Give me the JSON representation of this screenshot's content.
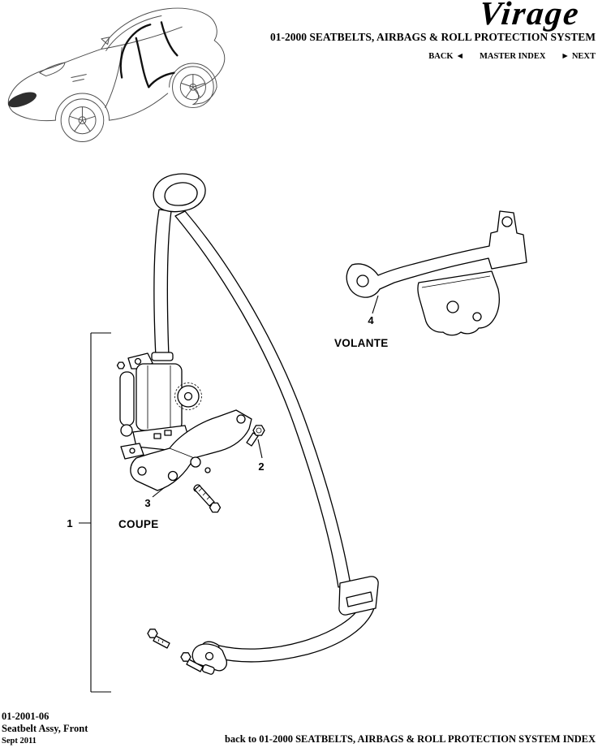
{
  "colors": {
    "text": "#000000",
    "background": "#ffffff",
    "line_art": "#4d4d4d"
  },
  "header": {
    "brand": "Virage",
    "title": "01-2000 SEATBELTS, AIRBAGS & ROLL PROTECTION SYSTEM",
    "nav": {
      "back": "BACK",
      "back_arrow": "◄",
      "master_index": "MASTER INDEX",
      "next_arrow": "►",
      "next": "NEXT"
    }
  },
  "diagram": {
    "callout_1": "1",
    "callout_2": "2",
    "callout_3": "3",
    "callout_4": "4",
    "label_coupe": "COUPE",
    "label_volante": "VOLANTE"
  },
  "footer": {
    "doc_number": "01-2001-06",
    "doc_title": "Seatbelt Assy, Front",
    "date": "Sept 2011",
    "index_link": "back to 01-2000 SEATBELTS, AIRBAGS & ROLL PROTECTION SYSTEM INDEX"
  }
}
